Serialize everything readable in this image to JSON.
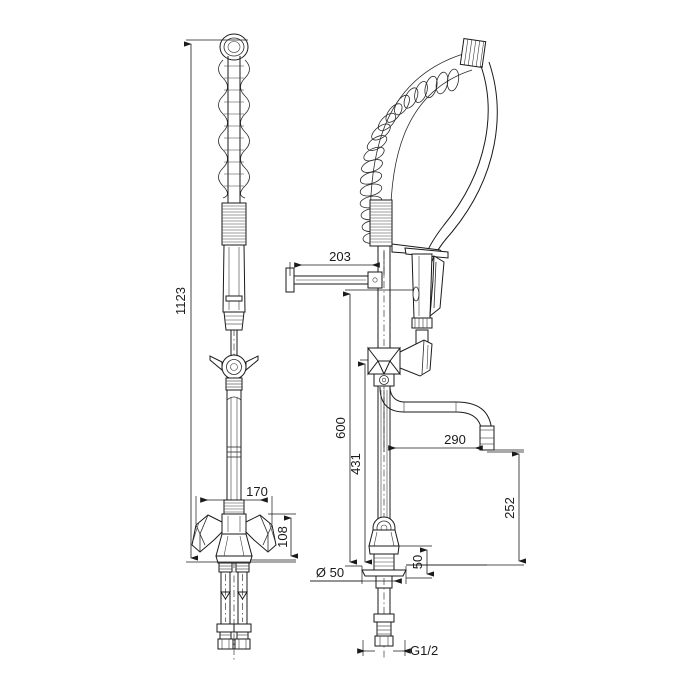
{
  "drawing": {
    "title": "Pre-rinse spray unit with mixer tap — dimensioned elevation drawing",
    "units": "mm",
    "background_color": "#ffffff",
    "line_color": "#1a1a1a",
    "views": [
      {
        "name": "front-elevation",
        "label": ""
      },
      {
        "name": "side-elevation",
        "label": ""
      }
    ]
  },
  "dimensions": {
    "overall_height": "1123",
    "wall_bracket_offset": "203",
    "riser_to_spray_head": "600",
    "riser_to_valve": "431",
    "spout_reach": "290",
    "spout_height": "252",
    "handle_span": "170",
    "handle_height": "108",
    "base_diameter": "Ø 50",
    "base_height": "50",
    "thread_size": "G1/2"
  },
  "labels": [
    {
      "id": "dim-1123",
      "text": "1123",
      "orientation": "vertical"
    },
    {
      "id": "dim-203",
      "text": "203",
      "orientation": "horizontal"
    },
    {
      "id": "dim-600",
      "text": "600",
      "orientation": "vertical"
    },
    {
      "id": "dim-431",
      "text": "431",
      "orientation": "vertical"
    },
    {
      "id": "dim-290",
      "text": "290",
      "orientation": "horizontal"
    },
    {
      "id": "dim-252",
      "text": "252",
      "orientation": "vertical"
    },
    {
      "id": "dim-170",
      "text": "170",
      "orientation": "horizontal"
    },
    {
      "id": "dim-108",
      "text": "108",
      "orientation": "vertical"
    },
    {
      "id": "dim-dia50",
      "text": "Ø 50",
      "orientation": "horizontal"
    },
    {
      "id": "dim-50",
      "text": "50",
      "orientation": "vertical"
    },
    {
      "id": "dim-g12",
      "text": "G1/2",
      "orientation": "horizontal"
    }
  ]
}
